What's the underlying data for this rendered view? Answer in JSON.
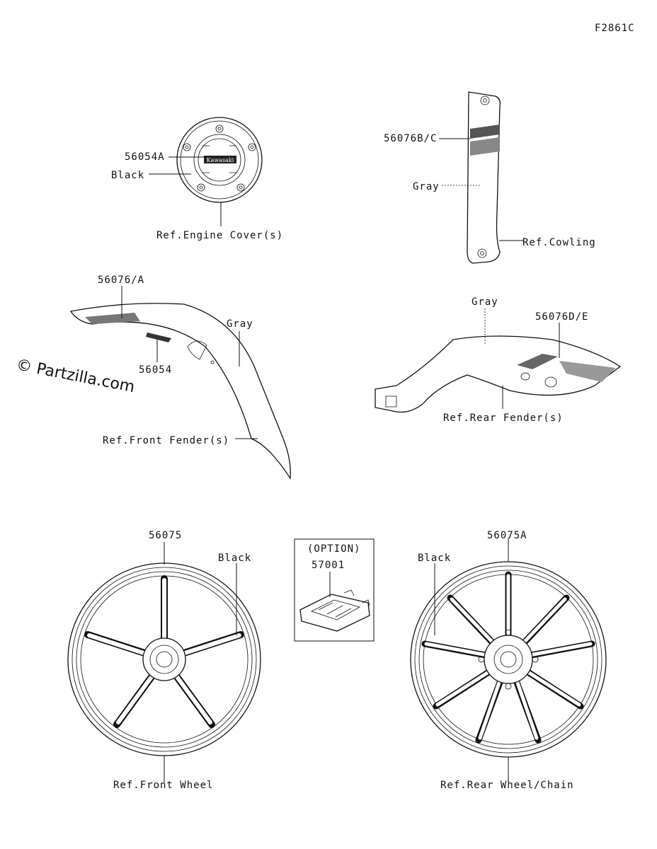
{
  "figure_code": "F2861C",
  "watermark": "© Partzilla.com",
  "engine_cover": {
    "part": "56054A",
    "color": "Black",
    "ref": "Ref.Engine Cover(s)",
    "emblem": "Kawasaki"
  },
  "cowling": {
    "part": "56076B/C",
    "color": "Gray",
    "ref": "Ref.Cowling"
  },
  "front_fender": {
    "part": "56076/A",
    "emblem_part": "56054",
    "color": "Gray",
    "ref": "Ref.Front Fender(s)"
  },
  "rear_fender": {
    "color": "Gray",
    "part": "56076D/E",
    "ref": "Ref.Rear Fender(s)"
  },
  "front_wheel": {
    "part": "56075",
    "color": "Black",
    "ref": "Ref.Front Wheel"
  },
  "option_box": {
    "label": "(OPTION)",
    "part": "57001"
  },
  "rear_wheel": {
    "part": "56075A",
    "color": "Black",
    "ref": "Ref.Rear Wheel/Chain"
  }
}
